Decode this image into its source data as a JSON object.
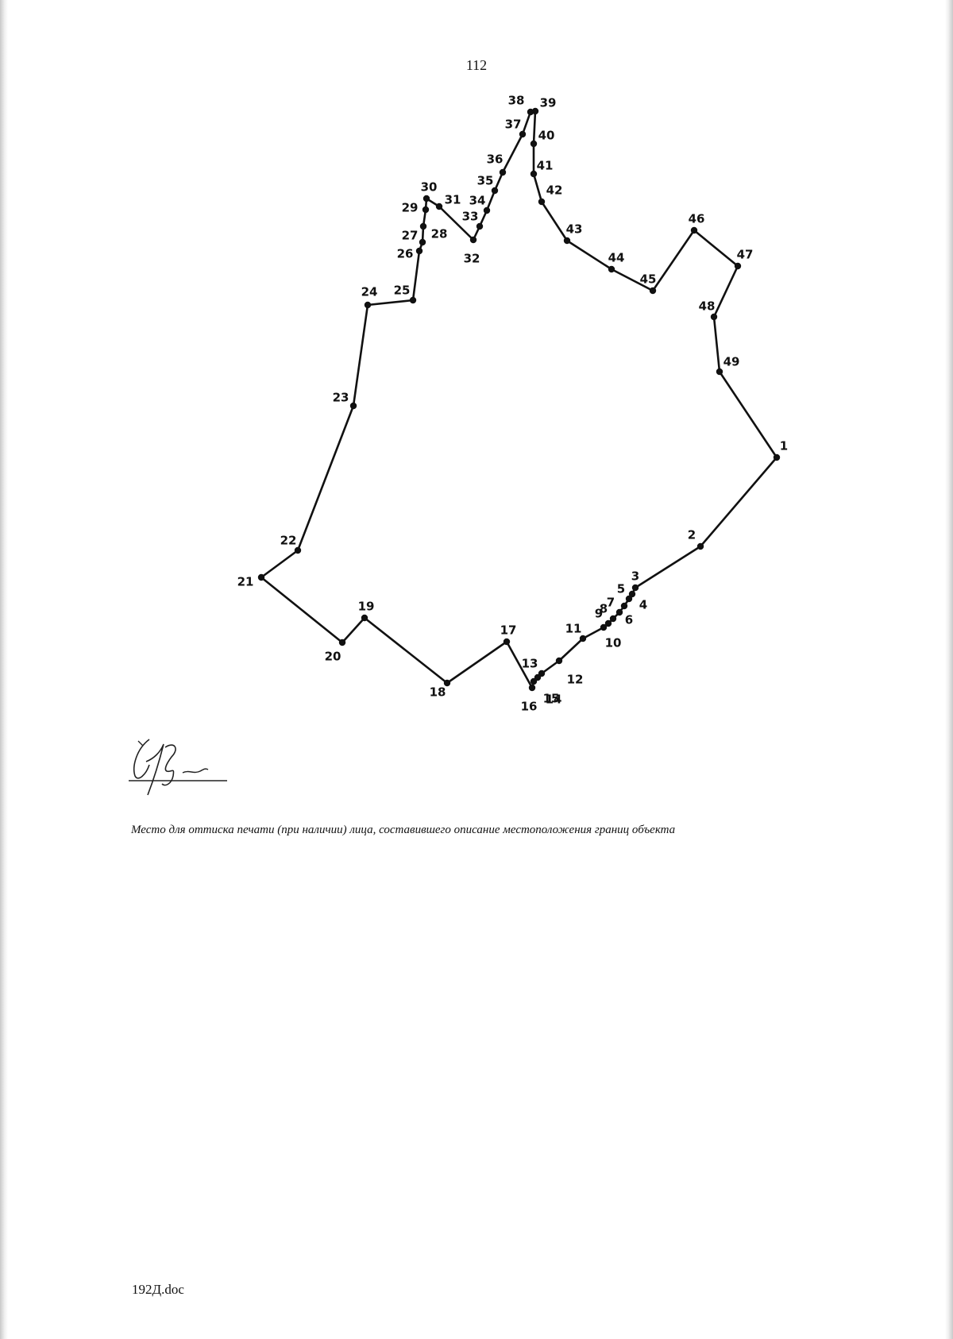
{
  "page": {
    "page_number": "112",
    "stamp_caption": "Место для оттиска печати (при наличии) лица, составившего описание местоположения границ объекта",
    "file_name": "192Д.doc"
  },
  "boundary_plan": {
    "line_color": "#111111",
    "points": [
      {
        "label": "1"
      },
      {
        "label": "2"
      },
      {
        "label": "3"
      },
      {
        "label": "4"
      },
      {
        "label": "5"
      },
      {
        "label": "6"
      },
      {
        "label": "7"
      },
      {
        "label": "8"
      },
      {
        "label": "9"
      },
      {
        "label": "10"
      },
      {
        "label": "11"
      },
      {
        "label": "12"
      },
      {
        "label": "13"
      },
      {
        "label": "14"
      },
      {
        "label": "15"
      },
      {
        "label": "16"
      },
      {
        "label": "17"
      },
      {
        "label": "18"
      },
      {
        "label": "19"
      },
      {
        "label": "20"
      },
      {
        "label": "21"
      },
      {
        "label": "22"
      },
      {
        "label": "23"
      },
      {
        "label": "24"
      },
      {
        "label": "25"
      },
      {
        "label": "26"
      },
      {
        "label": "27"
      },
      {
        "label": "28"
      },
      {
        "label": "29"
      },
      {
        "label": "30"
      },
      {
        "label": "31"
      },
      {
        "label": "32"
      },
      {
        "label": "33"
      },
      {
        "label": "34"
      },
      {
        "label": "35"
      },
      {
        "label": "36"
      },
      {
        "label": "37"
      },
      {
        "label": "38"
      },
      {
        "label": "39"
      },
      {
        "label": "40"
      },
      {
        "label": "41"
      },
      {
        "label": "42"
      },
      {
        "label": "43"
      },
      {
        "label": "44"
      },
      {
        "label": "45"
      },
      {
        "label": "46"
      },
      {
        "label": "47"
      },
      {
        "label": "48"
      },
      {
        "label": "49"
      }
    ]
  }
}
